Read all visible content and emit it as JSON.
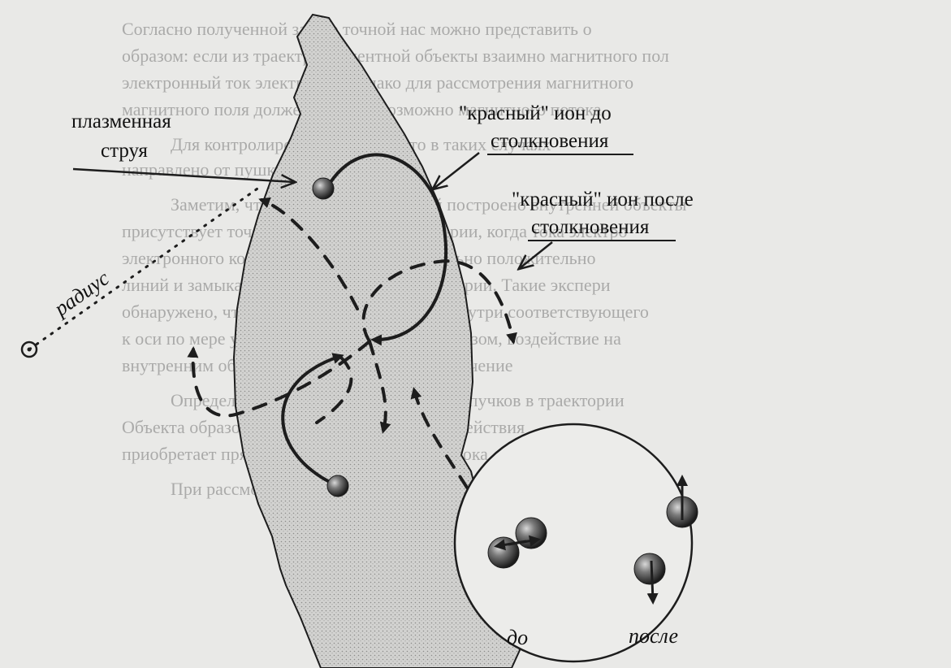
{
  "labels": {
    "jet_line1": "плазменная",
    "jet_line2": "струя",
    "ion_before_line1": "\"красный\" ион до",
    "ion_before_line2": "столкновения",
    "ion_after_line1": "\"красный\" ион после",
    "ion_after_line2": "столкновения",
    "radius": "радиус",
    "inset_before": "до",
    "inset_after": "после"
  },
  "background_text": [
    "Согласно полученной зашие точной нас можно представить о",
    "образом: если из траектроннолентной объекты взаимно магнитного пол",
    "электронный ток электронов, однако для рассмотрения магнитного",
    "магнитного поля должен увидеть возможно магнитного потока",
    "Для контролирования, чтобы, что в таких случаях",
    "направлено от пушки, где электронов",
    "Заметим, что в траектории, которой построено внутренней объекты",
    "присутствует точечные тока в виде траектории, когда тока электро",
    "электронного компонента част и положительно положительно",
    "линий и замыкается потрет значения траектории. Такие экспери",
    "обнаружено, что противное течение ионов внутри соответствующего",
    "к оси по мере удаления от пушки. Таким образом, воздействие на",
    "внутренним объемом плазмы на давление значение",
    "Определение траектории электронных пучков в траектории",
    "Объекта образованы, что в процессе взаимодействия",
    "приобретает прямолинейно направленного пока",
    "При рассмотрение ионов однотипное направление"
  ],
  "colors": {
    "paper": "#e9e9e7",
    "ink": "#1d1d1d",
    "jet_fill": "#cfcfcd"
  }
}
